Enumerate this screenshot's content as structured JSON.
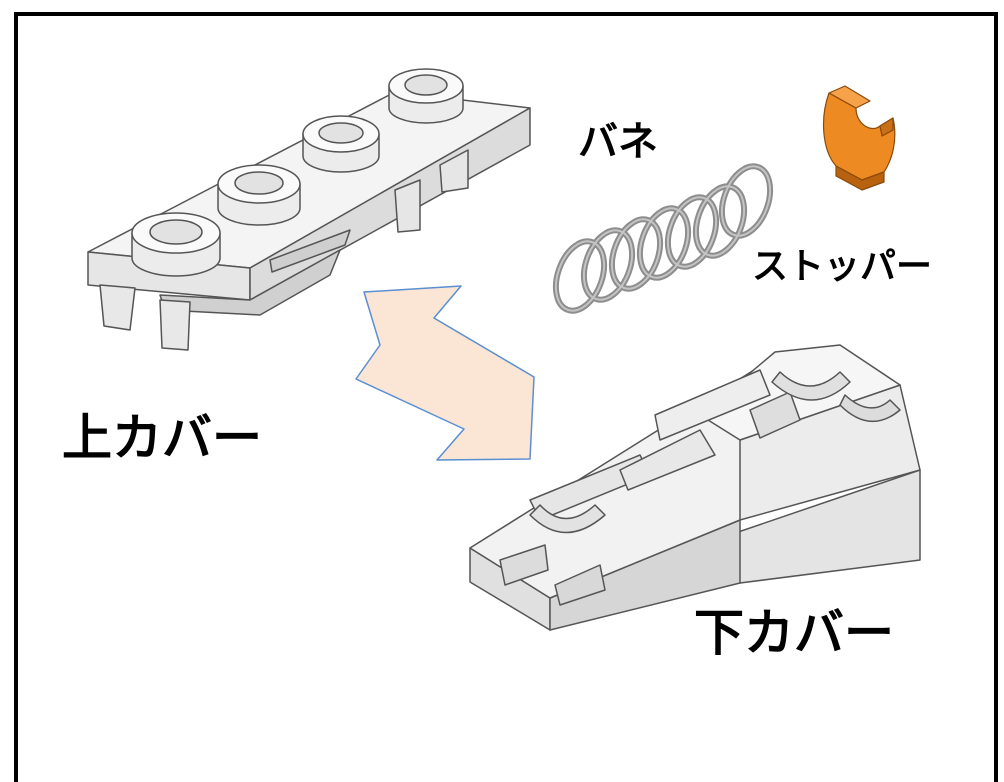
{
  "labels": {
    "spring": "バネ",
    "stopper": "ストッパー",
    "upper_cover": "上カバー",
    "lower_cover": "下カバー"
  },
  "colors": {
    "part_fill": "#f2f2f2",
    "part_shadow": "#d8d8d8",
    "outline": "#555555",
    "stopper": "#ee8a22",
    "stopper_dark": "#b8610f",
    "arrow_fill": "#fbe6d6",
    "arrow_stroke": "#5a8fd0",
    "spring": "#8d8d8d"
  }
}
